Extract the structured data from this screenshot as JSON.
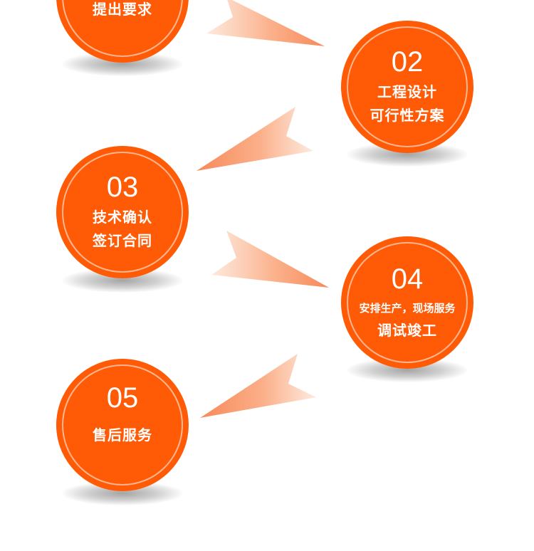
{
  "diagram": {
    "type": "process-flow",
    "colors": {
      "circle": "#ff5a05",
      "ring": "#ffc8aa",
      "text": "#ffffff",
      "arrow": "#f9864f",
      "background": "#ffffff"
    },
    "steps": [
      {
        "number": "",
        "lines": [
          "提出要求"
        ]
      },
      {
        "number": "02",
        "lines": [
          "工程设计",
          "可行性方案"
        ]
      },
      {
        "number": "03",
        "lines": [
          "技术确认",
          "签订合同"
        ]
      },
      {
        "number": "04",
        "lines": [
          "安排生产，现场服务",
          "调试竣工"
        ]
      },
      {
        "number": "05",
        "lines": [
          "售后服务"
        ]
      }
    ],
    "arrows": [
      {
        "from": 1,
        "to": 2,
        "icon": "arrow-right-down-icon"
      },
      {
        "from": 2,
        "to": 3,
        "icon": "arrow-left-down-icon"
      },
      {
        "from": 3,
        "to": 4,
        "icon": "arrow-right-down-icon"
      },
      {
        "from": 4,
        "to": 5,
        "icon": "arrow-left-down-icon"
      }
    ]
  }
}
